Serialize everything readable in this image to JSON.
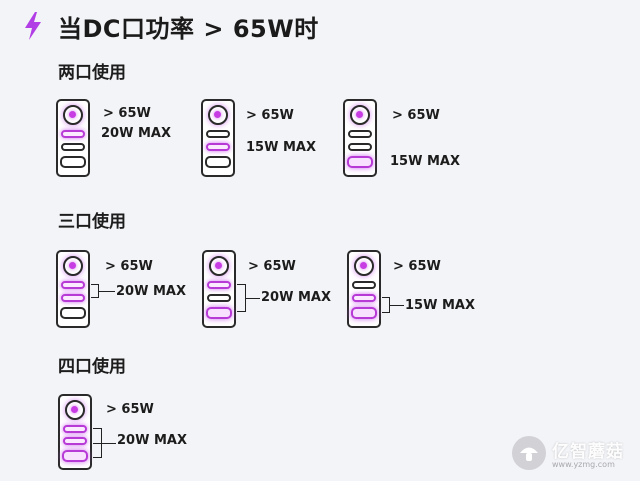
{
  "header": {
    "title": "当DC口功率 > 65W时",
    "icon": "lightning-bolt-icon",
    "accent": "#b23ee6"
  },
  "sections": {
    "two": {
      "title": "两口使用"
    },
    "three": {
      "title": "三口使用"
    },
    "four": {
      "title": "四口使用"
    }
  },
  "labels": {
    "s2a_dc": "> 65W",
    "s2a_other": "20W MAX",
    "s2b_dc": "> 65W",
    "s2b_other": "15W MAX",
    "s2c_dc": "> 65W",
    "s2c_other": "15W MAX",
    "s3a_dc": "> 65W",
    "s3a_other": "20W MAX",
    "s3b_dc": "> 65W",
    "s3b_other": "20W MAX",
    "s3c_dc": "> 65W",
    "s3c_other": "15W MAX",
    "s4a_dc": "> 65W",
    "s4a_other": "20W MAX"
  },
  "watermark": {
    "main": "亿智蘑菇",
    "sub": "www.yzmg.com"
  },
  "colors": {
    "active_glow": "#cf6ef0",
    "dc_dot": "#c73ce3",
    "outline": "#2a2a2a"
  }
}
